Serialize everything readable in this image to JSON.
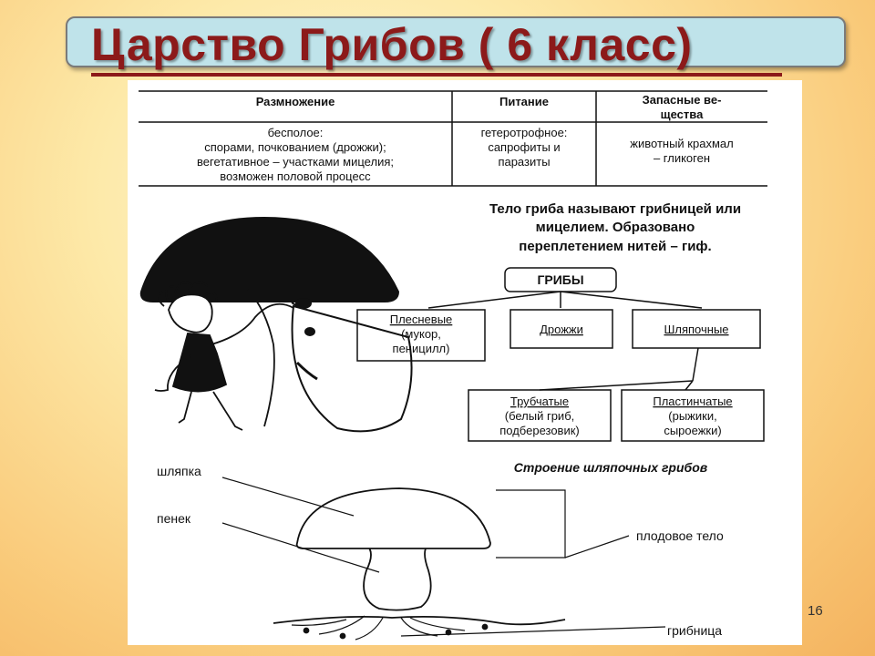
{
  "title": "Царство Грибов ( 6 класс)",
  "slide_number": "16",
  "table": {
    "headers": [
      "Размножение",
      "Питание",
      "Запасные ве-",
      "щества"
    ],
    "reproduction": [
      "бесполое:",
      "спорами, почкованием (дрожжи);",
      "вегетативное – участками мицелия;",
      "возможен половой процесс"
    ],
    "nutrition": [
      "гетеротрофное:",
      "сапрофиты и",
      "паразиты"
    ],
    "storage": [
      "животный крахмал",
      "– гликоген"
    ]
  },
  "body_text": [
    "Тело гриба называют грибницей или",
    "мицелием. Образовано",
    "переплетением нитей – гиф."
  ],
  "classification": {
    "root": "ГРИБЫ",
    "level1": [
      {
        "lines": [
          "Плесневые",
          "(мукор,",
          "пеницилл)"
        ]
      },
      {
        "lines": [
          "Дрожжи"
        ]
      },
      {
        "lines": [
          "Шляпочные"
        ]
      }
    ],
    "level2": [
      {
        "lines": [
          "Трубчатые",
          "(белый гриб,",
          "подберезовик)"
        ]
      },
      {
        "lines": [
          "Пластинчатые",
          "(рыжики,",
          "сыроежки)"
        ]
      }
    ]
  },
  "structure": {
    "caption": "Строение шляпочных грибов",
    "labels": {
      "cap": "шляпка",
      "stem": "пенек",
      "fruit_body": "плодовое тело",
      "mycelium": "грибница"
    }
  }
}
